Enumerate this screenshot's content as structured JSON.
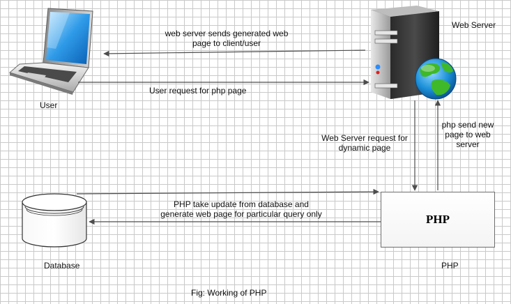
{
  "nodes": {
    "user": "User",
    "web_server": "Web Server",
    "database": "Database",
    "php_box": "PHP",
    "php_caption": "PHP"
  },
  "edges": {
    "server_to_user": [
      "web server sends generated web",
      "page to client/user"
    ],
    "user_to_server": "User request for php page",
    "server_to_php": [
      "Web Server request for",
      "dynamic page"
    ],
    "php_to_server": [
      "php send new",
      "page to web",
      "server"
    ],
    "php_to_database": [
      "PHP take update from database and",
      "generate web page for particular query only"
    ]
  },
  "caption": "Fig: Working of PHP",
  "colors": {
    "arrow": "#4d4d4d",
    "grid": "#c9c9c9",
    "globe_land": "#3fb82a",
    "globe_sea": "#1a8fd8"
  }
}
